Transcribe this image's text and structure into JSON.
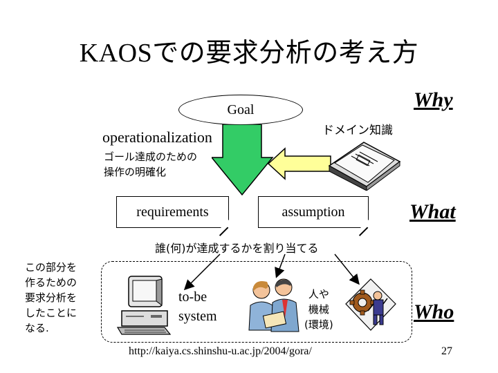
{
  "slide": {
    "title": "KAOSでの要求分析の考え方",
    "goal": "Goal",
    "why": "Why",
    "operationalization": "operationalization",
    "operationalization_jp_line1": "ゴール達成のための",
    "operationalization_jp_line2": "操作の明確化",
    "domain_knowledge": "ドメイン知識",
    "requirements": "requirements",
    "assumption": "assumption",
    "what": "What",
    "assignment": "誰(何)が達成するかを割り当てる",
    "left_note": [
      "この部分を",
      "作るための",
      "要求分析を",
      "したことに",
      "なる."
    ],
    "to_be_line1": "to-be",
    "to_be_line2": "system",
    "human_machine_line1": "人や",
    "human_machine_line2": "機械",
    "human_machine_line3": "(環境)",
    "who": "Who",
    "url": "http://kaiya.cs.shinshu-u.ac.jp/2004/gora/",
    "page_number": "27"
  },
  "colors": {
    "operationalization_arrow": "#33cc66",
    "domain_arrow": "#ffff99",
    "gear": "#a05a1e"
  },
  "icons": [
    "book-icon",
    "computer-icon",
    "people-icon",
    "robot-gear-icon"
  ]
}
